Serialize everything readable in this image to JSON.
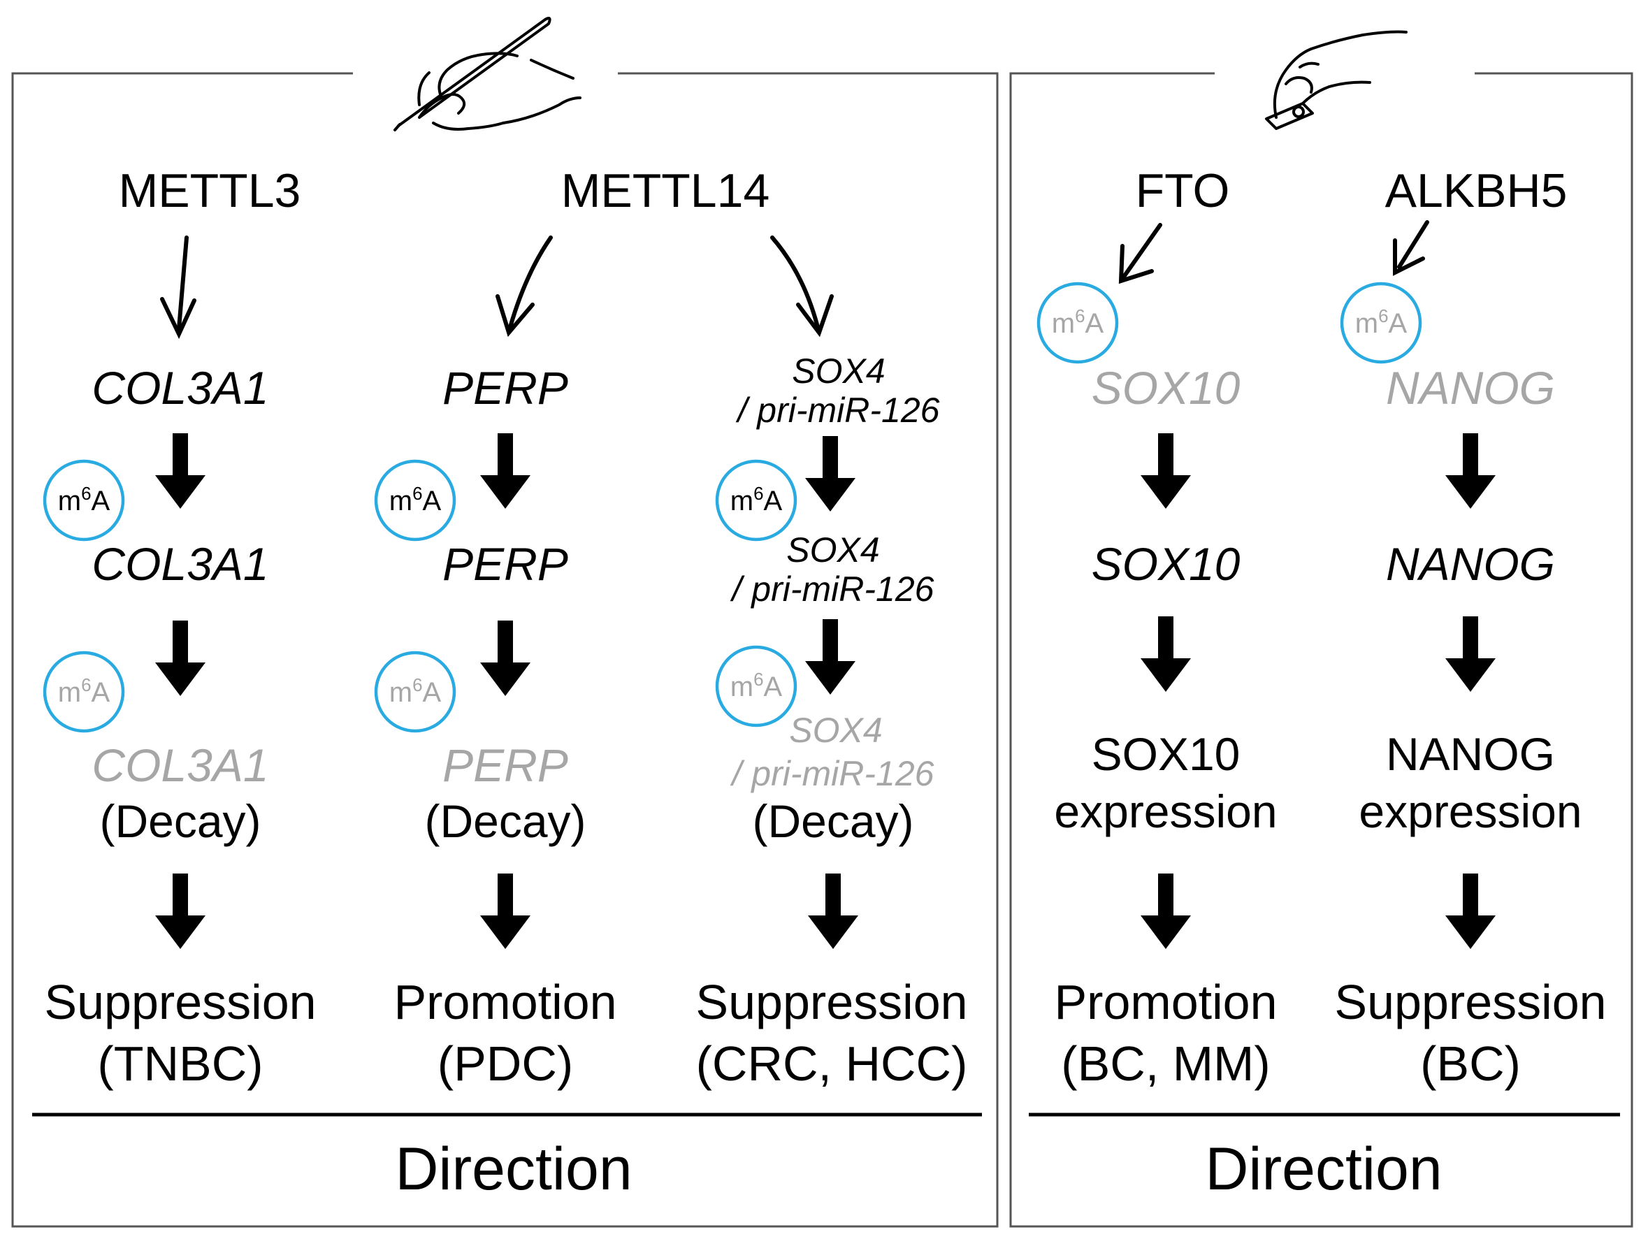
{
  "panels": [
    {
      "id": "writers",
      "icon": "writing-hand-icon",
      "columns": [
        {
          "id": "mettl3",
          "enzyme": "METTL3",
          "transcript_lines": [
            "COL3A1"
          ],
          "m6a_badge_1": "m6A",
          "m6a_badge_2": "m6A",
          "decay_label": "(Decay)",
          "outcome": "Suppression",
          "cancers": "(TNBC)"
        },
        {
          "id": "mettl14-perp",
          "enzyme": "METTL14",
          "transcript_lines": [
            "PERP"
          ],
          "m6a_badge_1": "m6A",
          "m6a_badge_2": "m6A",
          "decay_label": "(Decay)",
          "outcome": "Promotion",
          "cancers": "(PDC)"
        },
        {
          "id": "mettl14-sox4",
          "transcript_lines": [
            "SOX4",
            "/ pri-miR-126"
          ],
          "m6a_badge_1": "m6A",
          "m6a_badge_2": "m6A",
          "decay_label": "(Decay)",
          "outcome": "Suppression",
          "cancers": "(CRC, HCC)"
        }
      ],
      "footer": "Direction"
    },
    {
      "id": "erasers",
      "icon": "eraser-hand-icon",
      "columns": [
        {
          "id": "fto",
          "enzyme": "FTO",
          "m6a_badge": "m6A",
          "transcript": "SOX10",
          "protein": "SOX10",
          "expression_label": "expression",
          "outcome": "Promotion",
          "cancers": "(BC, MM)"
        },
        {
          "id": "alkbh5",
          "enzyme": "ALKBH5",
          "m6a_badge": "m6A",
          "transcript": "NANOG",
          "protein": "NANOG",
          "expression_label": "expression",
          "outcome": "Suppression",
          "cancers": "(BC)"
        }
      ],
      "footer": "Direction"
    }
  ],
  "colors": {
    "m6a_circle": "#29abe2",
    "text": "#000000",
    "faded_text": "#a6a6a6",
    "frame": "#555555"
  }
}
